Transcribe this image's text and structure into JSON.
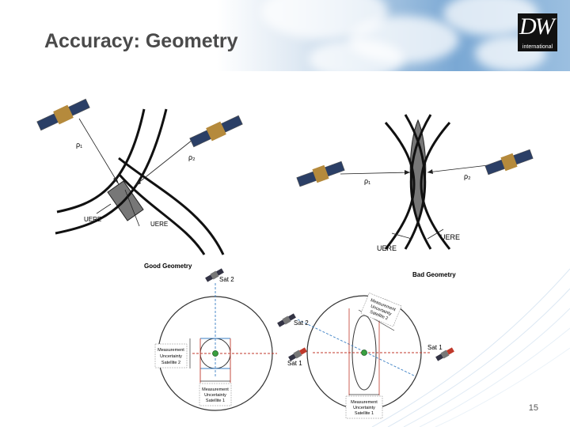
{
  "slide": {
    "title": "Accuracy: Geometry",
    "page_number": "15"
  },
  "logo": {
    "mark": "DW",
    "subtitle": "international"
  },
  "good_geometry_arcs": {
    "range_1": "ρ₁",
    "range_2": "ρ₂",
    "uere_left": "UERE",
    "uere_bottom": "UERE"
  },
  "bad_geometry_arcs": {
    "range_1": "ρ₁",
    "range_2": "ρ₂",
    "uere_left": "UERE",
    "uere_right": "UERE"
  },
  "good_geometry": {
    "caption": "Good Geometry",
    "sat_top": "Sat 2",
    "sat_right": "Sat 1",
    "uncertainty_vertical": [
      "Measurement",
      "Uncertainty",
      "Satellite 2"
    ],
    "uncertainty_horizontal": [
      "Measurement",
      "Uncertainty",
      "Satellite 1"
    ]
  },
  "bad_geometry": {
    "caption": "Bad Geometry",
    "sat_upper": "Sat 2",
    "sat_right": "Sat 1",
    "uncertainty_top": [
      "Measurement",
      "Uncertainty",
      "Satellite 2"
    ],
    "uncertainty_bottom": [
      "Measurement",
      "Uncertainty",
      "Satellite 1"
    ]
  },
  "colors": {
    "title": "#4a4a4a",
    "intersection_fill": "#777777",
    "sat_red": "#c0392b",
    "axis_blue": "#3a7fc4",
    "center_green": "#3aa040"
  }
}
